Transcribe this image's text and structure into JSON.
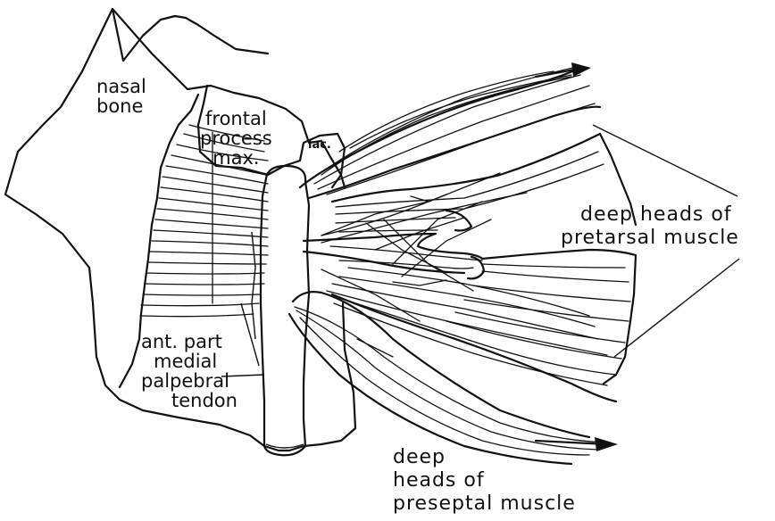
{
  "labels": {
    "nasal_bone": [
      "nasal",
      "bone"
    ],
    "frontal_process": [
      "frontal",
      "process",
      "max."
    ],
    "lacrimal": "lac.",
    "medial_tendon": [
      "ant. part",
      "medial",
      "palpebral",
      "tendon"
    ],
    "pretarsal": [
      "deep heads of",
      "pretarsal muscle"
    ],
    "preseptal": [
      "deep",
      "heads of",
      "preseptal muscle"
    ]
  },
  "colors": {
    "ink": "#111111",
    "paper": "#ffffff"
  }
}
